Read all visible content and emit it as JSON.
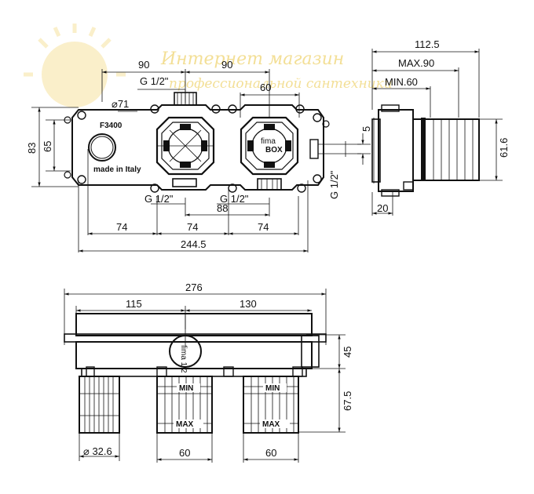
{
  "watermark": {
    "line1": "Интернет магазин",
    "line2": "профессиональной сантехники"
  },
  "front_view": {
    "model_label": "F3400",
    "made_in": "made in Italy",
    "brand": "fima",
    "brand_sub": "BOX",
    "dims": {
      "top_left_90": "90",
      "top_right_90": "90",
      "inner_60": "60",
      "g_top": "G 1/2\"",
      "diameter": "⌀71",
      "height_83": "83",
      "height_65": "65",
      "g_bottom_left": "G 1/2\"",
      "g_bottom_right": "G 1/2\"",
      "d88": "88",
      "d74a": "74",
      "d74b": "74",
      "d74c": "74",
      "total": "244.5"
    }
  },
  "side_view": {
    "dims": {
      "total": "112.5",
      "max": "MAX.90",
      "min": "MIN.60",
      "depth": "5",
      "height": "61.6",
      "thread": "G 1/2\"",
      "base": "20"
    }
  },
  "bottom_view": {
    "dims": {
      "total": "276",
      "left": "115",
      "right": "130",
      "h45": "45",
      "h67": "67.5",
      "diam": "⌀ 32.6",
      "w60a": "60",
      "w60b": "60"
    },
    "labels": {
      "min_a": "MIN",
      "max_a": "MAX",
      "min_b": "MIN",
      "max_b": "MAX",
      "plug": "fima 1/2"
    }
  }
}
